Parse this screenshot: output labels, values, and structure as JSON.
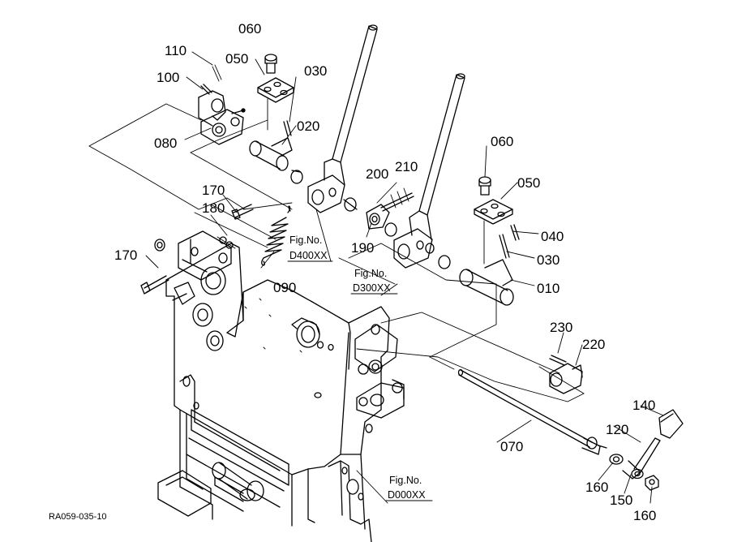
{
  "part_labels": {
    "p060a": "060",
    "p110": "110",
    "p050a": "050",
    "p100": "100",
    "p030a": "030",
    "p020": "020",
    "p080": "080",
    "p200": "200",
    "p210": "210",
    "p060b": "060",
    "p050b": "050",
    "p170a": "170",
    "p180": "180",
    "p190": "190",
    "p040": "040",
    "p030b": "030",
    "p170b": "170",
    "p090": "090",
    "p010": "010",
    "p230": "230",
    "p220": "220",
    "p140": "140",
    "p120": "120",
    "p070": "070",
    "p160a": "160",
    "p150": "150",
    "p160b": "160"
  },
  "figure_refs": {
    "d400_l1": "Fig.No.",
    "d400_l2": "D400XX",
    "d300_l1": "Fig.No.",
    "d300_l2": "D300XX",
    "d000_l1": "Fig.No.",
    "d000_l2": "D000XX"
  },
  "drawing_code": "RA059-035-10"
}
